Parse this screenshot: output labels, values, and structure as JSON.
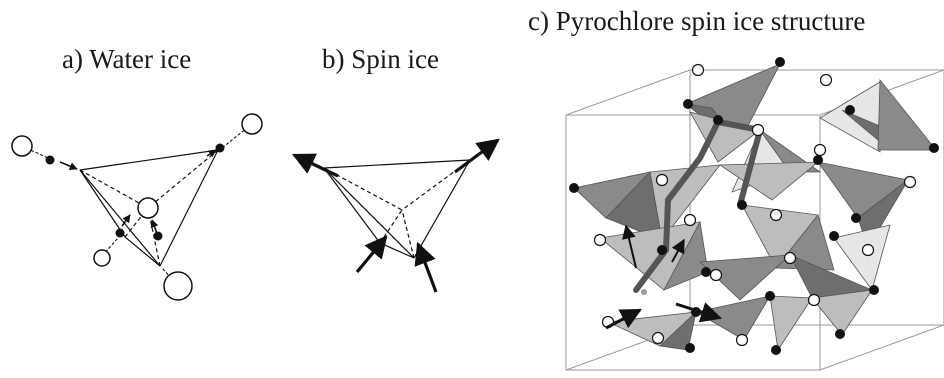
{
  "panels": [
    {
      "id": "a",
      "title": "a) Water ice"
    },
    {
      "id": "b",
      "title": "b) Spin ice"
    },
    {
      "id": "c",
      "title": "c) Pyrochlore spin ice structure"
    }
  ],
  "colors": {
    "line": "#111111",
    "cube": "#9a9a9a",
    "tetra_light": "#e6e6e6",
    "tetra_mid": "#bdbdbd",
    "tetra_dark": "#8a8a8a",
    "tetra_darker": "#6e6e6e"
  }
}
